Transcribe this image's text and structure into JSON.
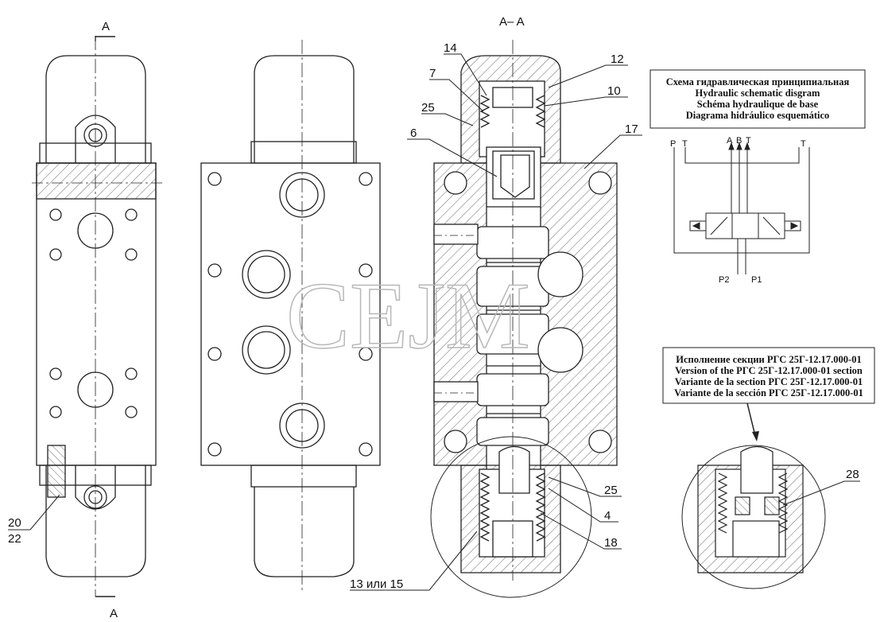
{
  "watermark": "CEJM",
  "section_title": "A– A",
  "section_mark_top": "A",
  "section_mark_bottom": "A",
  "callouts": {
    "c14": "14",
    "c12": "12",
    "c7": "7",
    "c10": "10",
    "c25_top": "25",
    "c6": "6",
    "c17": "17",
    "c25_bottom": "25",
    "c4": "4",
    "c18": "18",
    "c13_15": "13  или 15",
    "c20": "20",
    "c22": "22",
    "c28": "28"
  },
  "schematic_caption": [
    "Схема гидравлическая принципиальная",
    "Hydraulic schematic disgram",
    "Schéma hydraulique de base",
    "Diagrama hidráulico esquemático"
  ],
  "schematic_ports": {
    "p": "P",
    "t1": "T",
    "a": "A",
    "b": "B",
    "t2": "T",
    "t3": "T",
    "p2": "P2",
    "p1": "P1"
  },
  "version_caption": [
    "Исполнение секции РГС 25Г-12.17.000-01",
    "Version of the РГС 25Г-12.17.000-01 section",
    "Variante de la section РГС 25Г-12.17.000-01",
    "Variante de la sección РГС 25Г-12.17.000-01"
  ]
}
